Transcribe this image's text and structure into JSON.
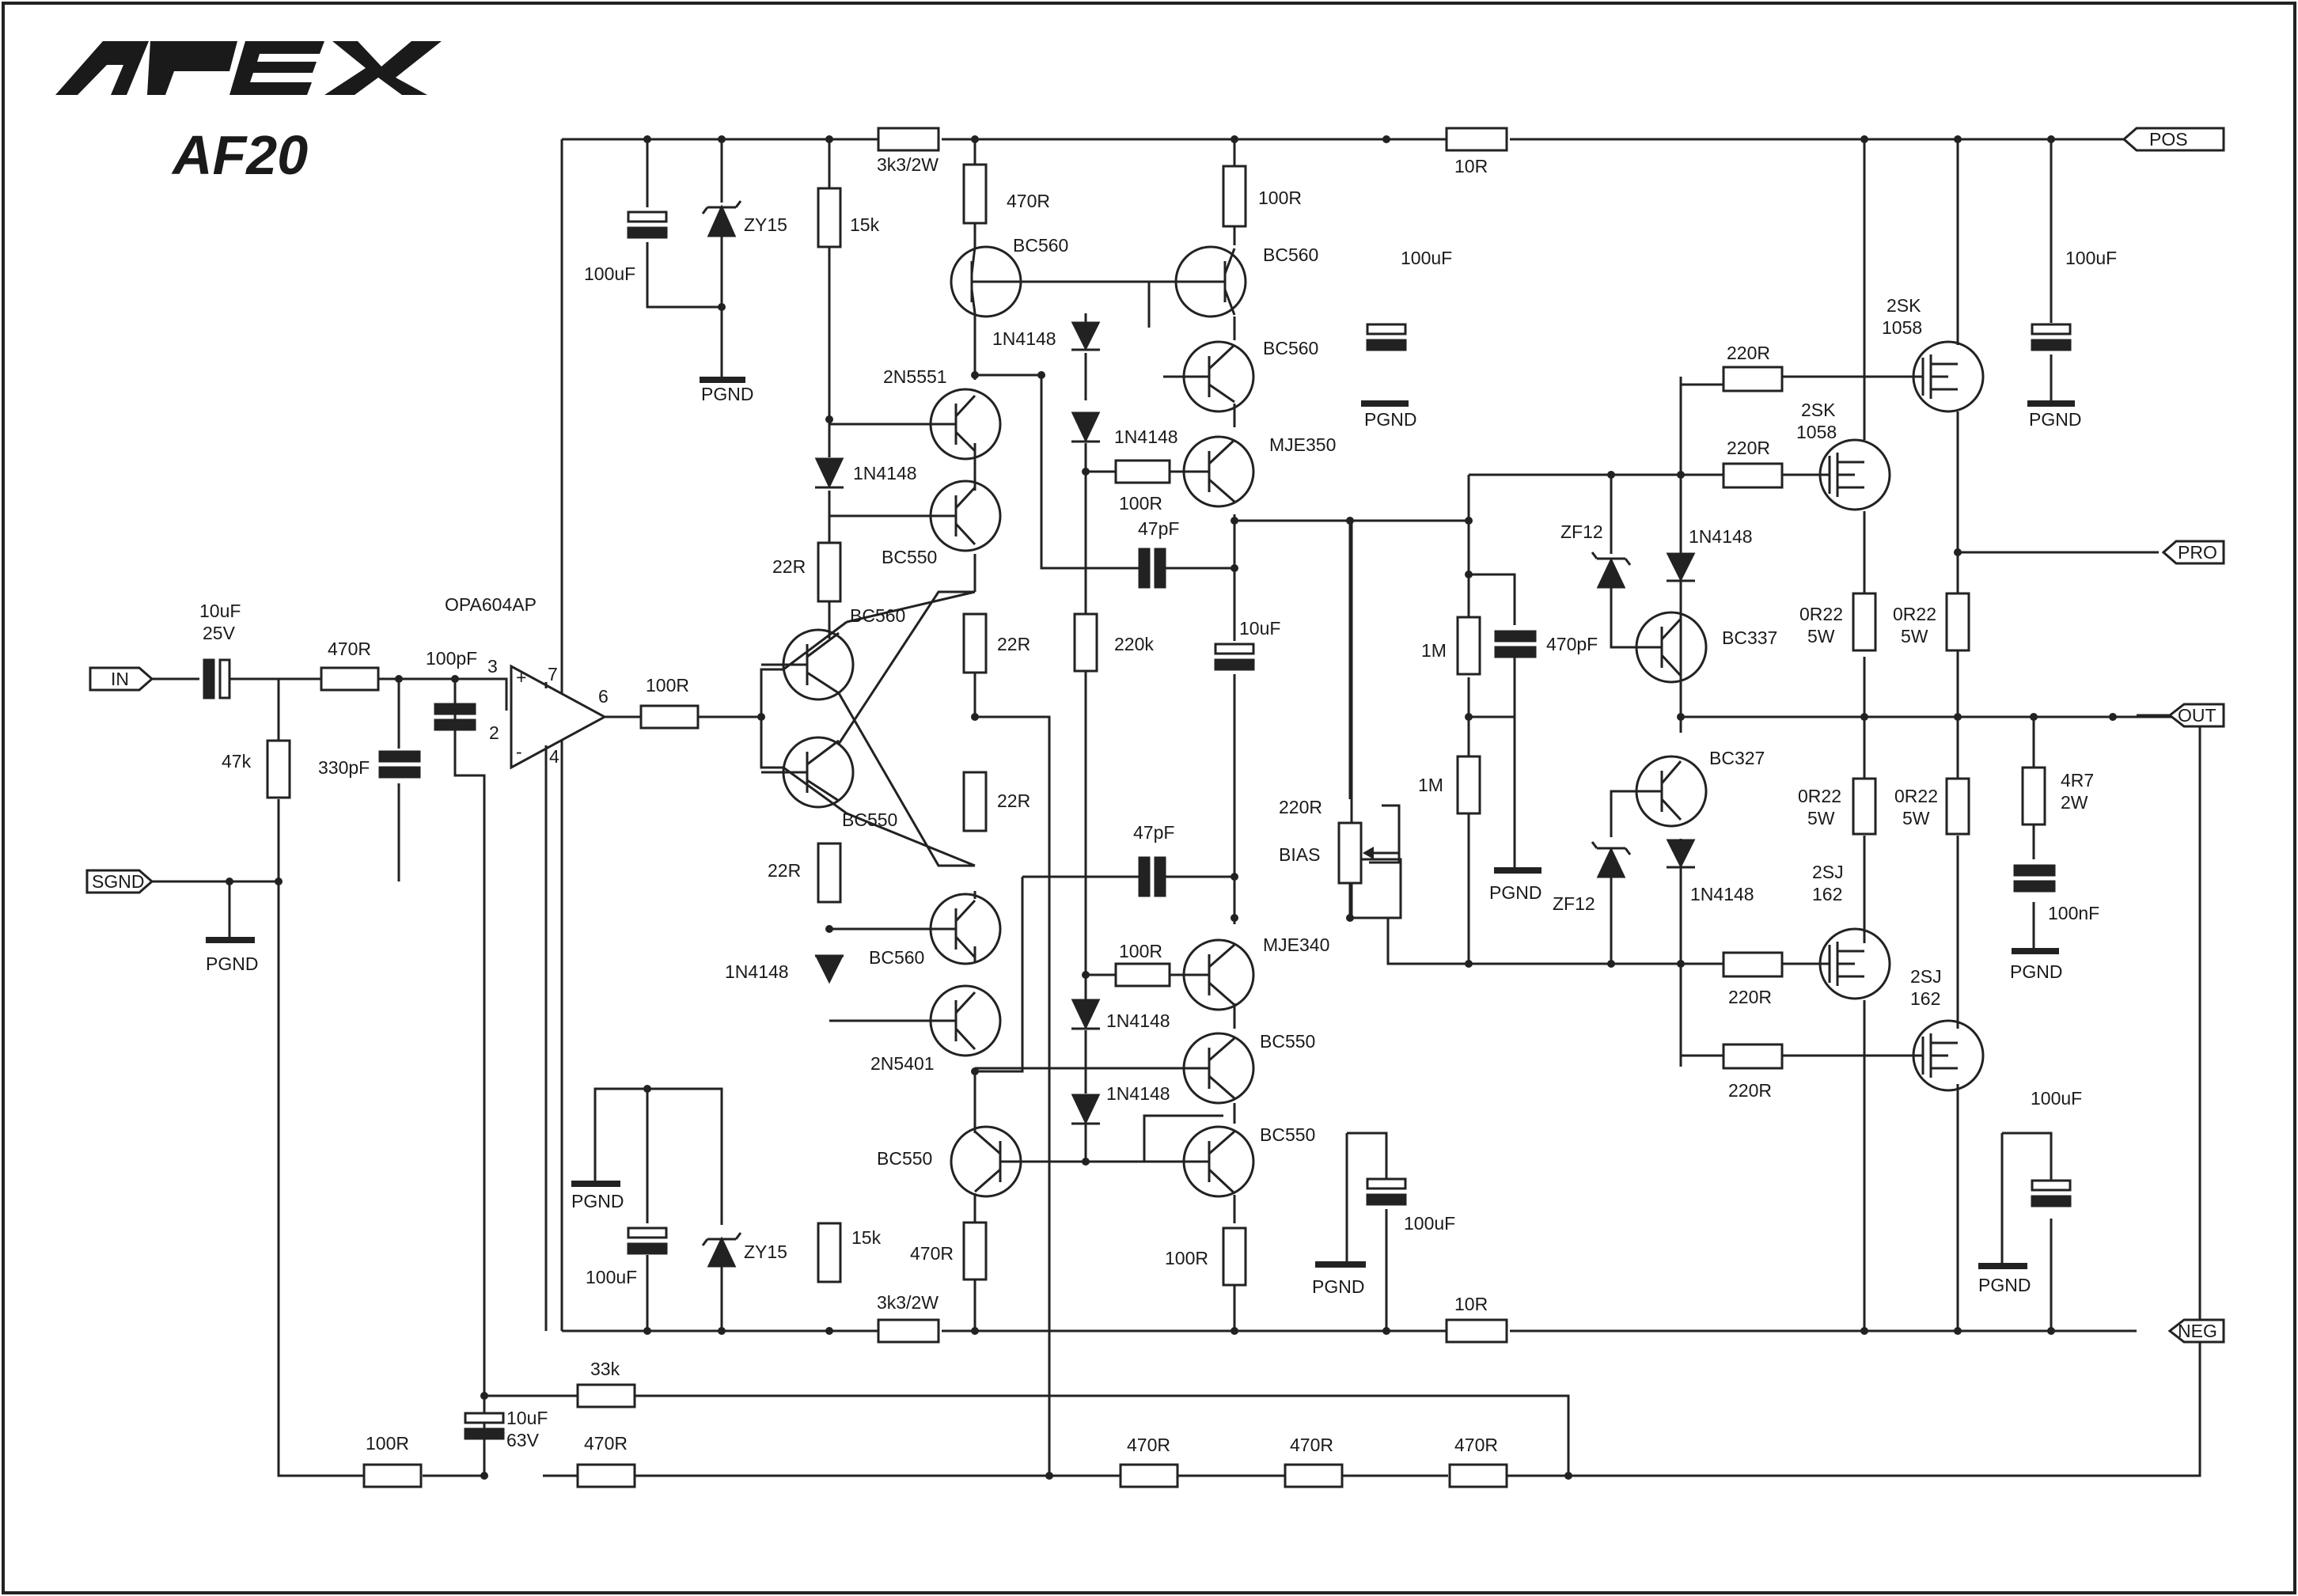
{
  "brand": {
    "logo_text": "APEX",
    "model": "AF20"
  },
  "ports": [
    {
      "id": "pos",
      "label": "POS"
    },
    {
      "id": "pro",
      "label": "PRO"
    },
    {
      "id": "out",
      "label": "OUT"
    },
    {
      "id": "neg",
      "label": "NEG"
    },
    {
      "id": "in",
      "label": "IN"
    },
    {
      "id": "sgnd",
      "label": "SGND"
    }
  ],
  "labels": {
    "r_3k3_top": "3k3/2W",
    "r_470_top": "470R",
    "r_100_top": "100R",
    "r_10_top": "10R",
    "c_100u_tl": "100uF",
    "zy15_top": "ZY15",
    "pgnd_tl": "PGND",
    "r_15k_top": "15k",
    "q_bc560_1": "BC560",
    "q_bc560_2": "BC560",
    "q_bc560_3": "BC560",
    "d_1n4148_1": "1N4148",
    "d_1n4148_2": "1N4148",
    "q_2n5551": "2N5551",
    "q_mje350": "MJE350",
    "d_1n4148_3": "1N4148",
    "r_100_mid": "100R",
    "c_47p_1": "47pF",
    "q_bc550_1": "BC550",
    "r_22_1": "22R",
    "q_bc560_4": "BC560",
    "r_22_2": "22R",
    "r_220k": "220k",
    "c_10u_mid": "10uF",
    "r_22_3": "22R",
    "q_bc550_2": "BC550",
    "r_22_4": "22R",
    "c_47p_2": "47pF",
    "d_1n4148_4": "1N4148",
    "q_bc560_5": "BC560",
    "q_mje340": "MJE340",
    "r_100_low": "100R",
    "q_2n5401": "2N5401",
    "d_1n4148_5": "1N4148",
    "q_bc550_3": "BC550",
    "d_1n4148_6": "1N4148",
    "q_bc550_4": "BC550",
    "q_bc550_5": "BC550",
    "r_15k_bot": "15k",
    "r_470_bot": "470R",
    "r_100_bot": "100R",
    "pgnd_bl": "PGND",
    "c_100u_bl": "100uF",
    "zy15_bot": "ZY15",
    "r_3k3_bot": "3k3/2W",
    "r_10_bot": "10R",
    "c_100u_b2": "100uF",
    "pgnd_b2": "PGND",
    "c_100u_r1": "100uF",
    "pgnd_r1": "PGND",
    "c_100u_r2": "100uF",
    "pgnd_r2": "PGND",
    "c_100u_r3": "100uF",
    "pgnd_r3": "PGND",
    "q_2sk_1a": "2SK",
    "q_2sk_1b": "1058",
    "q_2sk_2a": "2SK",
    "q_2sk_2b": "1058",
    "r_220_1": "220R",
    "r_220_2": "220R",
    "r_220_3": "220R",
    "r_220_4": "220R",
    "d_1n4148_7": "1N4148",
    "d_1n4148_8": "1N4148",
    "zf12_top": "ZF12",
    "zf12_bot": "ZF12",
    "q_bc337": "BC337",
    "q_bc327": "BC327",
    "r_1m_1": "1M",
    "r_1m_2": "1M",
    "c_470p": "470pF",
    "pgnd_mid": "PGND",
    "r_220_bias": "220R",
    "bias": "BIAS",
    "r_0r22_1a": "0R22",
    "r_0r22_1b": "5W",
    "r_0r22_2a": "0R22",
    "r_0r22_2b": "5W",
    "r_0r22_3a": "0R22",
    "r_0r22_3b": "5W",
    "r_0r22_4a": "0R22",
    "r_0r22_4b": "5W",
    "q_2sj_1a": "2SJ",
    "q_2sj_1b": "162",
    "q_2sj_2a": "2SJ",
    "q_2sj_2b": "162",
    "r_4r7a": "4R7",
    "r_4r7b": "2W",
    "c_100n": "100nF",
    "pgnd_zob": "PGND",
    "c_10u_in_a": "10uF",
    "c_10u_in_b": "25V",
    "r_470_in": "470R",
    "c_100p": "100pF",
    "r_47k": "47k",
    "c_330p": "330pF",
    "pgnd_in": "PGND",
    "opamp": "OPA604AP",
    "pin_3": "3",
    "pin_2": "2",
    "pin_7": "7",
    "pin_4": "4",
    "pin_6": "6",
    "r_100_opout": "100R",
    "r_33k": "33k",
    "c_10u_fb_a": "10uF",
    "c_10u_fb_b": "63V",
    "r_100_fb": "100R",
    "r_470_fb1": "470R",
    "r_470_fb2": "470R",
    "r_470_fb3": "470R",
    "r_470_fb4": "470R"
  }
}
